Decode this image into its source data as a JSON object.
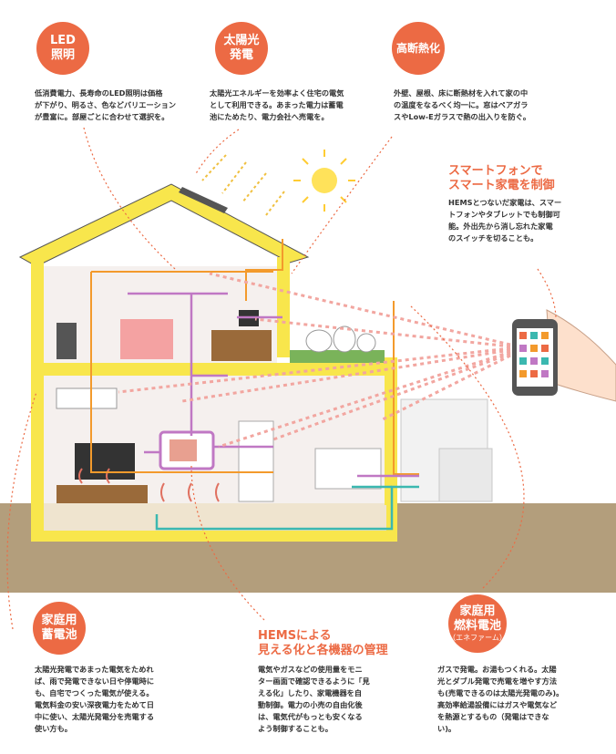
{
  "top": {
    "led": {
      "title_line1": "LED",
      "title_line2": "照明",
      "desc": [
        "低消費電力、長寿命のLED照明は価格",
        "が下がり、明るさ、色などバリエーション",
        "が豊富に。部屋ごとに合わせて選択を。"
      ]
    },
    "solar": {
      "title_line1": "太陽光",
      "title_line2": "発電",
      "desc": [
        "太陽光エネルギーを効率よく住宅の電気",
        "として利用できる。あまった電力は蓄電",
        "池にためたり、電力会社へ売電を。"
      ]
    },
    "insulation": {
      "title_line1": "高断熱化",
      "desc": [
        "外壁、屋根、床に断熱材を入れて家の中",
        "の温度をなるべく均一に。窓はペアガラ",
        "スやLow-Eガラスで熱の出入りを防ぐ。"
      ]
    }
  },
  "smartphone": {
    "title_line1": "スマートフォンで",
    "title_line2": "スマート家電を制御",
    "desc": [
      "HEMSとつないだ家電は、スマー",
      "トフォンやタブレットでも制御可",
      "能。外出先から消し忘れた家電",
      "のスイッチを切ることも。"
    ]
  },
  "bottom": {
    "battery": {
      "title_line1": "家庭用",
      "title_line2": "蓄電池",
      "desc": [
        "太陽光発電であまった電気をためれ",
        "ば、雨で発電できない日や停電時に",
        "も、自宅でつくった電気が使える。",
        "電気料金の安い深夜電力をためて日",
        "中に使い、太陽光発電分を売電する",
        "使い方も。"
      ]
    },
    "hems": {
      "title_line1": "HEMSによる",
      "title_line2": "見える化と各機器の管理",
      "desc": [
        "電気やガスなどの使用量をモニ",
        "ター画面で確認できるように「見",
        "える化」したり、家電機器を自",
        "動制御。電力の小売の自由化後",
        "は、電気代がもっとも安くなる",
        "よう制御することも。"
      ]
    },
    "fuelcell": {
      "title_line1": "家庭用",
      "title_line2": "燃料電池",
      "title_sub": "（エネファーム）",
      "desc": [
        "ガスで発電。お湯もつくれる。太陽",
        "光とダブル発電で売電を増やす方法",
        "も(売電できるのは太陽光発電のみ)。",
        "高効率給湯設備にはガスや電気など",
        "を熱源とするもの（発電はできな",
        "い)。"
      ]
    }
  },
  "colors": {
    "accent": "#ec6a44",
    "house_yellow": "#f8e64c",
    "purple": "#c078c4",
    "teal": "#3bb8b0",
    "orange_line": "#f39a2c",
    "ground": "#b09a78"
  }
}
